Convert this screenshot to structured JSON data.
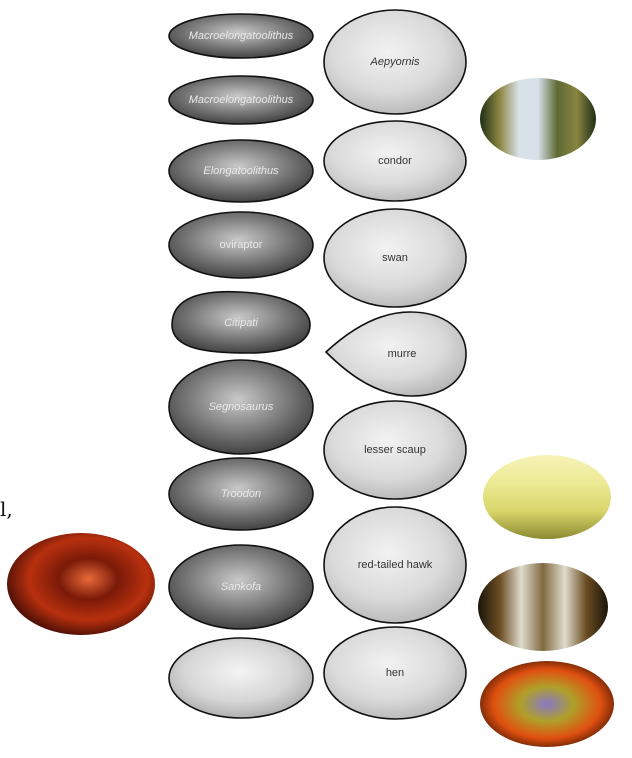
{
  "page_fragment": "l,",
  "dinosaur_eggs": [
    {
      "label": "Macroelongatoolithus",
      "italic": true
    },
    {
      "label": "Macroelongatoolithus",
      "italic": true
    },
    {
      "label": "Elongatoolithus",
      "italic": true
    },
    {
      "label": "oviraptor",
      "italic": false
    },
    {
      "label": "Citipati",
      "italic": true
    },
    {
      "label": "Segnosaurus",
      "italic": true
    },
    {
      "label": "Troodon",
      "italic": true
    },
    {
      "label": "Sankofa",
      "italic": true
    },
    {
      "label": "",
      "italic": false
    }
  ],
  "bird_eggs": [
    {
      "label": "Aepyornis",
      "italic": true
    },
    {
      "label": "condor",
      "italic": false
    },
    {
      "label": "swan",
      "italic": false
    },
    {
      "label": "murre",
      "italic": false
    },
    {
      "label": "lesser scaup",
      "italic": false
    },
    {
      "label": "red-tailed hawk",
      "italic": false
    },
    {
      "label": "hen",
      "italic": false
    }
  ],
  "egg_photos": [
    {
      "name": "egg-photo-blue-striped",
      "colors": [
        "#1e2f16",
        "#8a8440",
        "#d8e0e8",
        "#5c6a34"
      ]
    },
    {
      "name": "egg-photo-yellow",
      "colors": [
        "#8c8a30",
        "#d8d66a",
        "#f6f3b8",
        "#ecea94"
      ]
    },
    {
      "name": "egg-photo-brown-banded",
      "colors": [
        "#1a140a",
        "#6a4d22",
        "#e0dccd",
        "#7f6a40"
      ]
    },
    {
      "name": "egg-photo-multicolor",
      "colors": [
        "#2a0a00",
        "#e05010",
        "#8878c8",
        "#b0a02a"
      ]
    },
    {
      "name": "egg-photo-red",
      "colors": [
        "#3a0a05",
        "#b8300e",
        "#e86a3a",
        "#7a1a08"
      ]
    }
  ],
  "colors": {
    "dino_dark": "#3a3a3a",
    "dino_light": "#b9b9b9",
    "bird_fill": "#d9d9d9",
    "bird_stroke": "#111111"
  }
}
